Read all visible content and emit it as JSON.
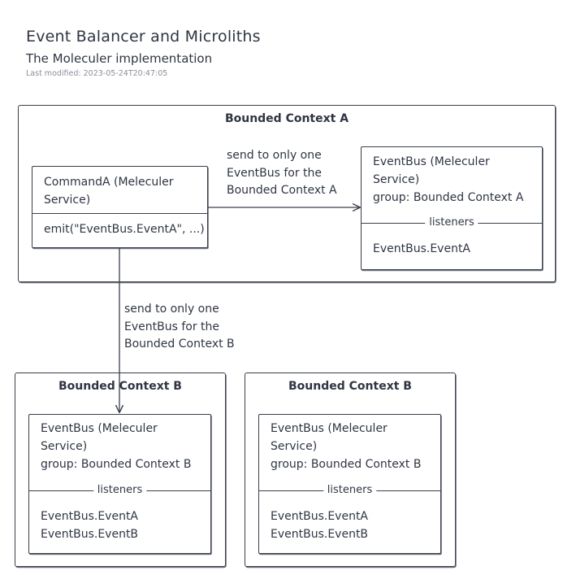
{
  "header": {
    "title": "Event Balancer and Microliths",
    "subtitle": "The Moleculer implementation",
    "last_modified": "Last modified: 2023-05-24T20:47:05"
  },
  "context_a": {
    "title": "Bounded Context A",
    "command": {
      "line1": "CommandA (Meleculer",
      "line2": "Service)",
      "method": "emit(\"EventBus.EventA\", ...)"
    },
    "eventbus": {
      "line1": "EventBus (Meleculer",
      "line2": "Service)",
      "group": "group: Bounded Context A",
      "divider": "listeners",
      "listeners": [
        "EventBus.EventA"
      ]
    }
  },
  "edge_to_a": {
    "line1": "send to only one",
    "line2": "EventBus for the",
    "line3": "Bounded Context A"
  },
  "edge_to_b": {
    "line1": "send to only one",
    "line2": "EventBus for the",
    "line3": "Bounded Context B"
  },
  "context_b1": {
    "title": "Bounded Context B",
    "eventbus": {
      "line1": "EventBus (Meleculer",
      "line2": "Service)",
      "group": "group: Bounded Context B",
      "divider": "listeners",
      "listeners": [
        "EventBus.EventA",
        "EventBus.EventB"
      ]
    }
  },
  "context_b2": {
    "title": "Bounded Context B",
    "eventbus": {
      "line1": "EventBus (Meleculer",
      "line2": "Service)",
      "group": "group: Bounded Context B",
      "divider": "listeners",
      "listeners": [
        "EventBus.EventA",
        "EventBus.EventB"
      ]
    }
  },
  "colors": {
    "stroke": "#3a3f4a",
    "text": "#2f3542",
    "muted": "#8a8f99"
  }
}
